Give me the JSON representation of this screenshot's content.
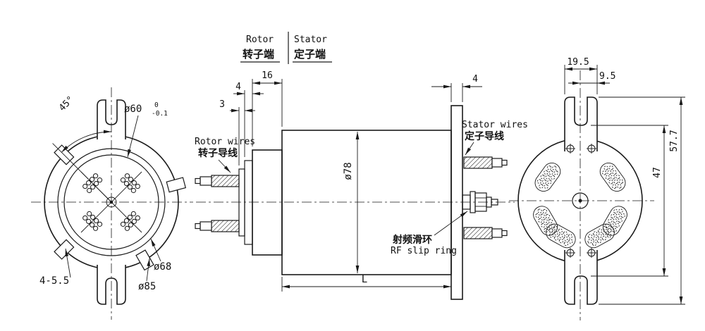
{
  "title": "Through-bore slip ring engineering drawing",
  "colors": {
    "ink": "#1a1a1a",
    "background": "#ffffff"
  },
  "labels": {
    "rotor_en": "Rotor",
    "rotor_cn": "转子端",
    "stator_en": "Stator",
    "stator_cn": "定子端",
    "rotor_wires_en": "Rotor wires",
    "rotor_wires_cn": "转子导线",
    "stator_wires_en": "Stator wires",
    "stator_wires_cn": "定子导线",
    "rf_cn": "射频滑环",
    "rf_en": "RF slip ring"
  },
  "dims": {
    "angle45": "45°",
    "d60": "ø60",
    "d60_up": "0",
    "d60_dn": "-0.1",
    "d68": "ø68",
    "d85": "ø85",
    "holes": "4-5.5",
    "w16": "16",
    "w4l": "4",
    "w3": "3",
    "d78": "ø78",
    "w4r": "4",
    "L": "L",
    "w19_5": "19.5",
    "w9_5": "9.5",
    "h47": "47",
    "h57_7": "57.7"
  }
}
